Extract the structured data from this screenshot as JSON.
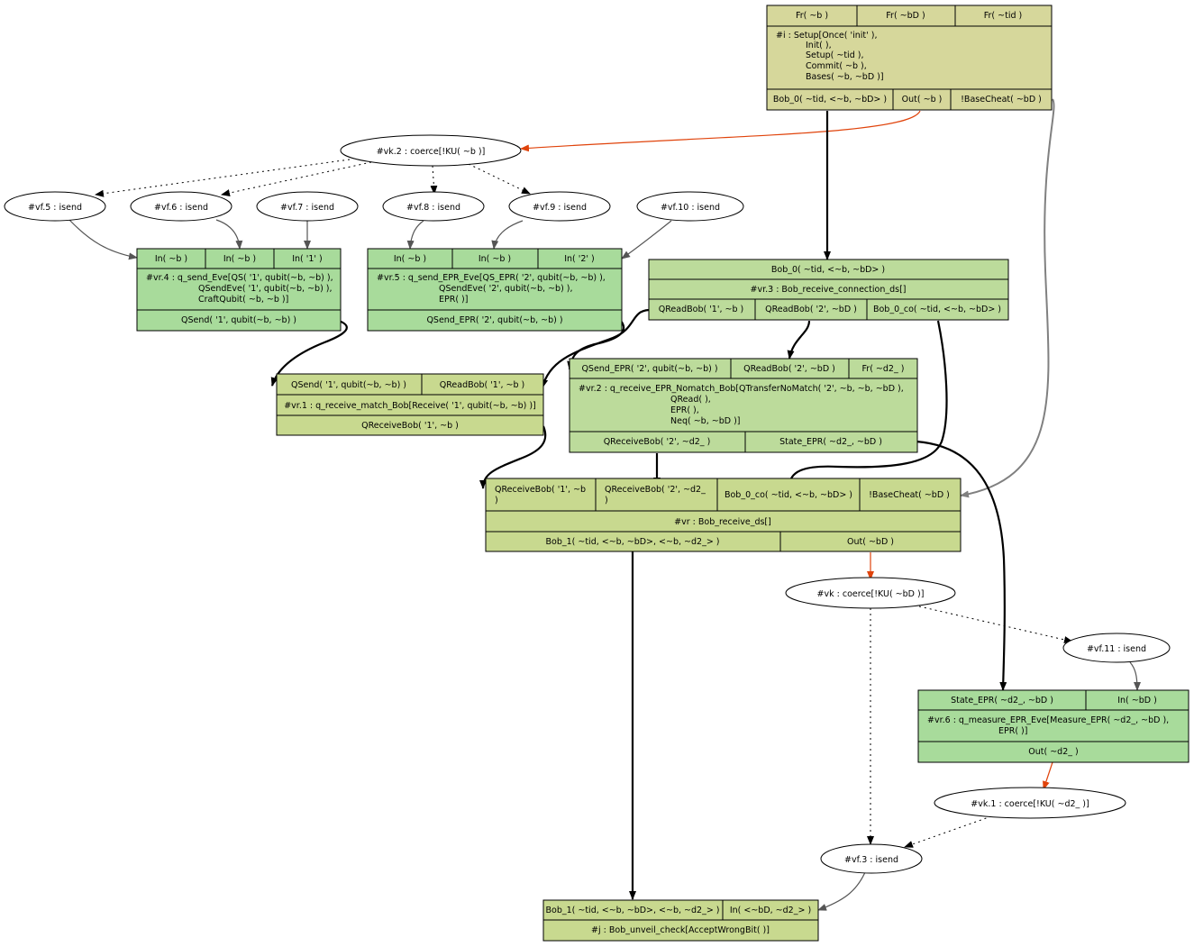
{
  "colors": {
    "setup": "#d6d79b",
    "eve": "#a8db9b",
    "bob": "#bcdb9b",
    "bob_olive": "#c8d98f",
    "edge_red": "#e0430b",
    "edge_gray": "#808080",
    "edge_dark": "#555555"
  },
  "nodes": {
    "setup": {
      "prem": [
        "Fr( ~b )",
        "Fr( ~bD )",
        "Fr( ~tid )"
      ],
      "rule": [
        "#i : Setup[Once( 'init' ),",
        "Init( ),",
        "Setup( ~tid ),",
        "Commit( ~b ),",
        "Bases( ~b, ~bD )]"
      ],
      "conc": [
        "Bob_0( ~tid, <~b, ~bD> )",
        "Out( ~b )",
        "!BaseCheat( ~bD )"
      ]
    },
    "vr4": {
      "prem": [
        "In( ~b )",
        "In( ~b )",
        "In( '1' )"
      ],
      "rule": [
        "#vr.4 : q_send_Eve[QS( '1', qubit(~b, ~b) ),",
        "QSendEve( '1', qubit(~b, ~b) ),",
        "CraftQubit( ~b, ~b )]"
      ],
      "conc": [
        "QSend( '1', qubit(~b, ~b) )"
      ]
    },
    "vr5": {
      "prem": [
        "In( ~b )",
        "In( ~b )",
        "In( '2' )"
      ],
      "rule": [
        "#vr.5 : q_send_EPR_Eve[QS_EPR( '2', qubit(~b, ~b) ),",
        "QSendEve( '2', qubit(~b, ~b) ),",
        "EPR( )]"
      ],
      "conc": [
        "QSend_EPR( '2', qubit(~b, ~b) )"
      ]
    },
    "vr3": {
      "prem": [
        "Bob_0( ~tid, <~b, ~bD> )"
      ],
      "rule": [
        "#vr.3 : Bob_receive_connection_ds[]"
      ],
      "conc": [
        "QReadBob( '1', ~b )",
        "QReadBob( '2', ~bD )",
        "Bob_0_co( ~tid, <~b, ~bD> )"
      ]
    },
    "vr1": {
      "prem": [
        "QSend( '1', qubit(~b, ~b) )",
        "QReadBob( '1', ~b )"
      ],
      "rule": [
        "#vr.1 : q_receive_match_Bob[Receive( '1', qubit(~b, ~b) )]"
      ],
      "conc": [
        "QReceiveBob( '1', ~b )"
      ]
    },
    "vr2": {
      "prem": [
        "QSend_EPR( '2', qubit(~b, ~b) )",
        "QReadBob( '2', ~bD )",
        "Fr( ~d2_ )"
      ],
      "rule": [
        "#vr.2 : q_receive_EPR_Nomatch_Bob[QTransferNoMatch( '2', ~b, ~b, ~bD ),",
        "QRead( ),",
        "EPR( ),",
        "Neq( ~b, ~bD )]"
      ],
      "conc": [
        "QReceiveBob( '2', ~d2_ )",
        "State_EPR( ~d2_, ~bD )"
      ]
    },
    "vr": {
      "prem": [
        [
          "QReceiveBob( '1', ~b",
          ")"
        ],
        [
          "QReceiveBob( '2', ~d2_",
          ")"
        ],
        [
          "Bob_0_co( ~tid, <~b, ~bD> )"
        ],
        [
          "!BaseCheat( ~bD )"
        ]
      ],
      "rule": [
        "#vr : Bob_receive_ds[]"
      ],
      "conc": [
        "Bob_1( ~tid, <~b, ~bD>, <~b, ~d2_> )",
        "Out( ~bD )"
      ]
    },
    "vr6": {
      "prem": [
        "State_EPR( ~d2_, ~bD )",
        "In( ~bD )"
      ],
      "rule": [
        "#vr.6 : q_measure_EPR_Eve[Measure_EPR( ~d2_, ~bD ),",
        "EPR( )]"
      ],
      "conc": [
        "Out( ~d2_ )"
      ]
    },
    "j": {
      "prem": [
        "Bob_1( ~tid, <~b, ~bD>, <~b, ~d2_> )",
        "In( <~bD, ~d2_> )"
      ],
      "rule": [
        "#j : Bob_unveil_check[AcceptWrongBit( )]"
      ]
    },
    "ellipses": {
      "vk2": "#vk.2 : coerce[!KU( ~b )]",
      "vf5": "#vf.5 : isend",
      "vf6": "#vf.6 : isend",
      "vf7": "#vf.7 : isend",
      "vf8": "#vf.8 : isend",
      "vf9": "#vf.9 : isend",
      "vf10": "#vf.10 : isend",
      "vk": "#vk : coerce[!KU( ~bD )]",
      "vf11": "#vf.11 : isend",
      "vk1": "#vk.1 : coerce[!KU( ~d2_ )]",
      "vf3": "#vf.3 : isend"
    }
  }
}
